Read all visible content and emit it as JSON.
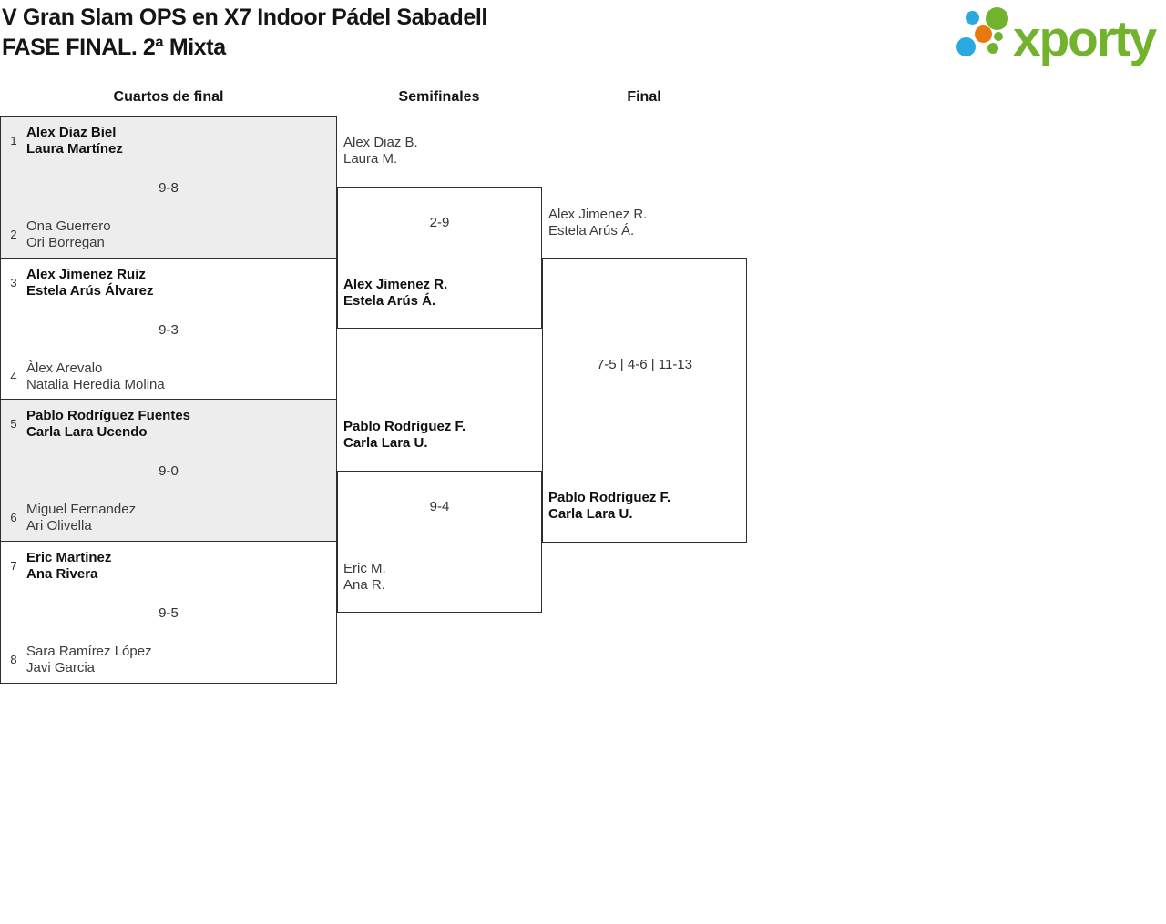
{
  "title": {
    "line1": "V Gran Slam OPS en X7 Indoor Pádel Sabadell",
    "line2": "FASE FINAL. 2ª Mixta"
  },
  "logo": {
    "wordmark": "xporty"
  },
  "colors": {
    "brand_green": "#72b32d",
    "brand_blue": "#2aa9e0",
    "brand_orange": "#e8790f",
    "box_fill_gray": "#ededed",
    "border_dark": "#2e2e2e"
  },
  "round_headers": [
    {
      "label": "Cuartos de final"
    },
    {
      "label": "Semifinales"
    },
    {
      "label": "Final"
    }
  ],
  "quarterfinals": [
    {
      "seed_top": "1",
      "team_top": [
        "Alex Diaz Biel",
        "Laura Martínez"
      ],
      "top_winner": true,
      "score": "9-8",
      "seed_bottom": "2",
      "team_bottom": [
        "Ona Guerrero",
        "Ori Borregan"
      ],
      "bottom_winner": false
    },
    {
      "seed_top": "3",
      "team_top": [
        "Alex Jimenez Ruiz",
        "Estela Arús Álvarez"
      ],
      "top_winner": true,
      "score": "9-3",
      "seed_bottom": "4",
      "team_bottom": [
        "Àlex Arevalo",
        "Natalia Heredia Molina"
      ],
      "bottom_winner": false
    },
    {
      "seed_top": "5",
      "team_top": [
        "Pablo Rodríguez Fuentes",
        "Carla Lara Ucendo"
      ],
      "top_winner": true,
      "score": "9-0",
      "seed_bottom": "6",
      "team_bottom": [
        "Miguel Fernandez",
        "Ari Olivella"
      ],
      "bottom_winner": false
    },
    {
      "seed_top": "7",
      "team_top": [
        "Eric Martinez",
        "Ana Rivera"
      ],
      "top_winner": true,
      "score": "9-5",
      "seed_bottom": "8",
      "team_bottom": [
        "Sara Ramírez López",
        "Javi Garcia"
      ],
      "bottom_winner": false
    }
  ],
  "semifinals": [
    {
      "team_top": [
        "Alex Diaz B.",
        "Laura M."
      ],
      "top_winner": false,
      "score": "2-9",
      "team_bottom": [
        "Alex Jimenez R.",
        "Estela Arús Á."
      ],
      "bottom_winner": true
    },
    {
      "team_top": [
        "Pablo Rodríguez F.",
        "Carla Lara U."
      ],
      "top_winner": true,
      "score": "9-4",
      "team_bottom": [
        "Eric M.",
        "Ana R."
      ],
      "bottom_winner": false
    }
  ],
  "final": {
    "team_top": [
      "Alex Jimenez R.",
      "Estela Arús Á."
    ],
    "top_winner": false,
    "score": "7-5 | 4-6 | 11-13",
    "team_bottom": [
      "Pablo Rodríguez F.",
      "Carla Lara U."
    ],
    "bottom_winner": true
  }
}
